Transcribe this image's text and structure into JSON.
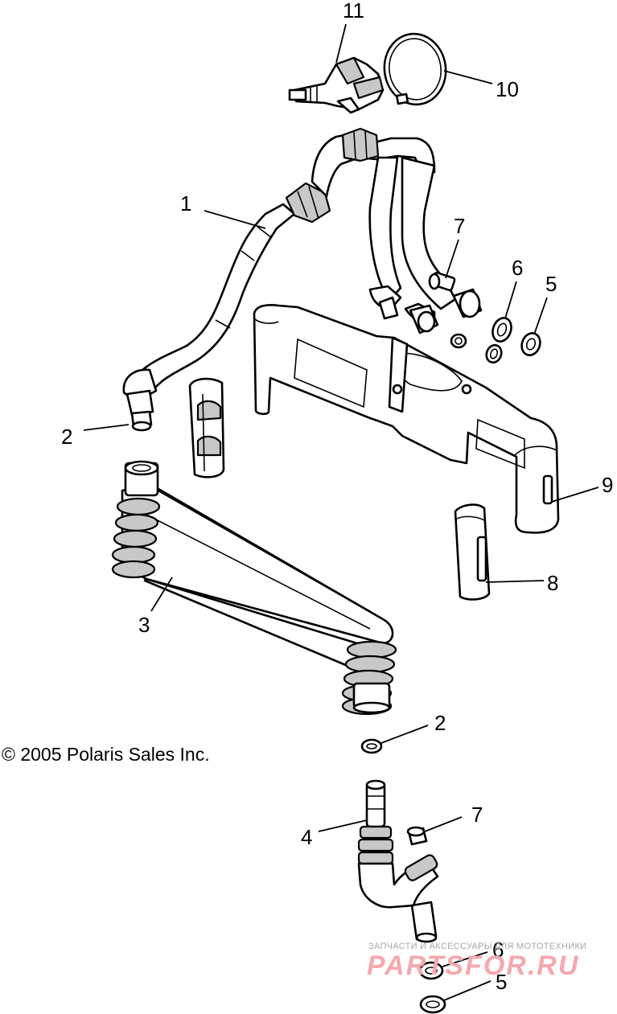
{
  "copyright": "© 2005 Polaris Sales Inc.",
  "watermark": {
    "tagline": "ЗАПЧАСТИ И АКСЕССУАРЫ ДЛЯ МОТОТЕХНИКИ",
    "brand": "PARTSFOR.RU"
  },
  "callouts": {
    "c1": "1",
    "c2_upper": "2",
    "c2_lower": "2",
    "c3": "3",
    "c4": "4",
    "c5_upper": "5",
    "c5_lower": "5",
    "c6_upper": "6",
    "c6_lower": "6",
    "c7_upper": "7",
    "c7_lower": "7",
    "c8": "8",
    "c9": "9",
    "c10": "10",
    "c11": "11"
  }
}
